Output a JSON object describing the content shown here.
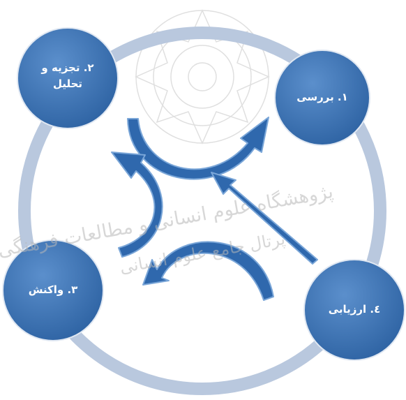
{
  "colors": {
    "node_fill": "#3b73b3",
    "node_fill_light": "#6f9dd2",
    "ring": "#b9c8de",
    "arrow_fill": "#2f68ad",
    "arrow_stroke": "#7aa6d8",
    "watermark": "#b8b8b8"
  },
  "nodes": [
    {
      "id": "node-1",
      "label": "١. بررسی"
    },
    {
      "id": "node-2",
      "label": "٢. تجزیه و\nتحلیل"
    },
    {
      "id": "node-3",
      "label": "٣. واکنش"
    },
    {
      "id": "node-4",
      "label": "٤. ارزیابی"
    }
  ],
  "watermark": {
    "line1": "پژوهشگاه علوم انسانی و مطالعات فرهنگی",
    "line2": "پرتال جامع علوم انسانی"
  }
}
